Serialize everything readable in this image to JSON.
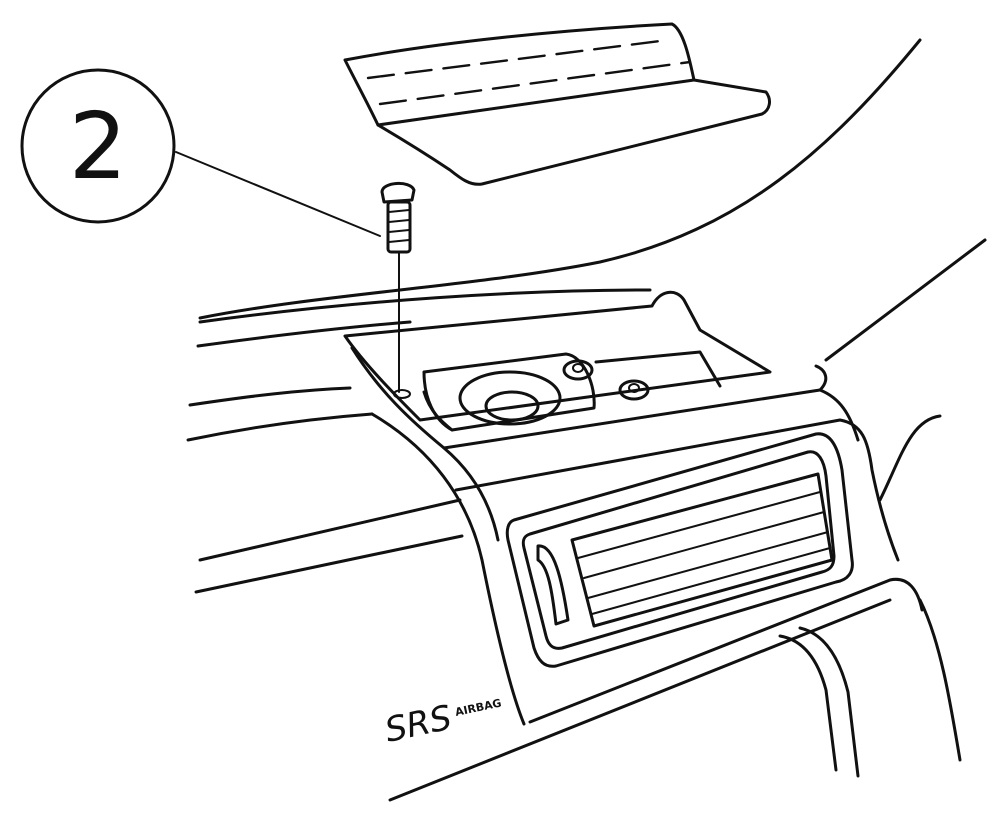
{
  "callout": {
    "number": "2"
  },
  "marking": {
    "main": "SRS",
    "sub": "AIRBAG"
  },
  "icons": [
    "screw-icon",
    "airbag-cover-icon",
    "air-vent-icon"
  ],
  "colors": {
    "line": "#111111",
    "background": "#ffffff"
  }
}
